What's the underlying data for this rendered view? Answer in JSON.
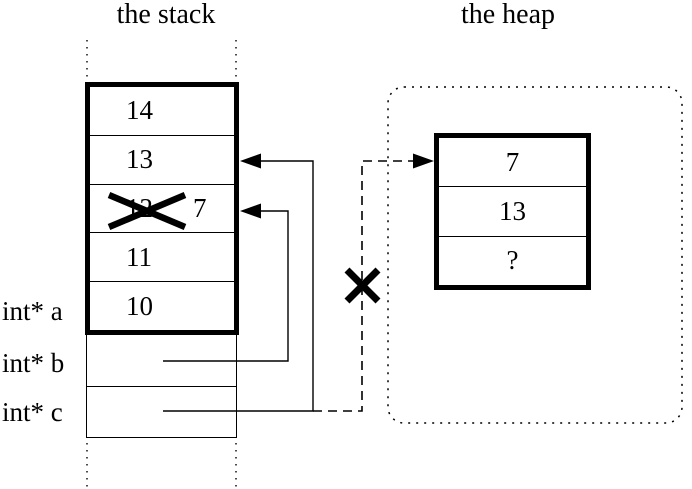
{
  "stack": {
    "title": "the stack",
    "rows": [
      {
        "value": "14"
      },
      {
        "value": "13"
      },
      {
        "crossed_value": "12",
        "value": "7"
      },
      {
        "value": "11"
      },
      {
        "value": "10"
      }
    ]
  },
  "heap": {
    "title": "the heap",
    "cells": [
      "7",
      "13",
      "?"
    ]
  },
  "frame_labels": [
    "int* a",
    "int* b",
    "int* c"
  ],
  "colors": {
    "ink": "#000000",
    "background": "#ffffff"
  }
}
